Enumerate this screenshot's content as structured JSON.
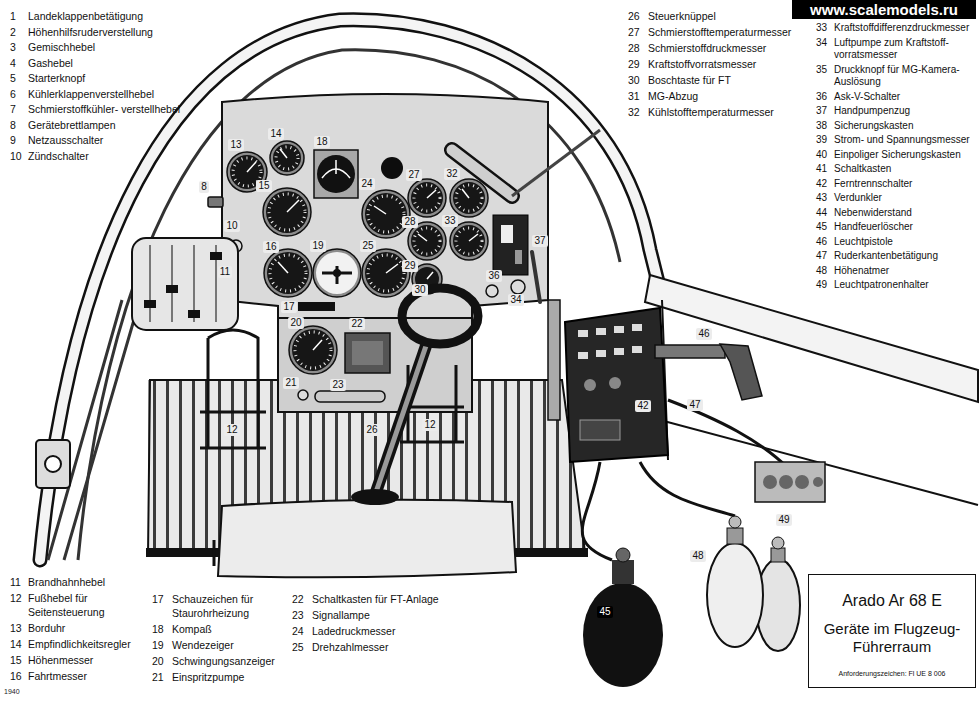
{
  "diagram": {
    "nodes": [
      {
        "text": [
          "Arado Ar 68 E",
          "Geräte im Flugzeug- Führerraum",
          "Anforderungszeichen: Fl UE 8 006"
        ]
      }
    ],
    "labels": [
      "www.scalemodels.ru",
      "1",
      "Landeklappenbetätigung",
      "2",
      "Höhenhilfsruderverstellung",
      "3",
      "Gemischhebel",
      "4",
      "Gashebel",
      "5",
      "Starterknopf",
      "6",
      "Kühlerklappenverstellhebel",
      "7",
      "Schmierstoffkühler- verstellhebel",
      "8",
      "Gerätebrettlampen",
      "9",
      "Netzausschalter",
      "10",
      "Zündschalter",
      "26",
      "Steuerknüppel",
      "27",
      "Schmierstofftemperaturmesser",
      "28",
      "Schmierstoffdruckmesser",
      "29",
      "Kraftstoffvorratsmesser",
      "30",
      "Boschtaste für FT",
      "31",
      "MG-Abzug",
      "32",
      "Kühlstofftemperaturmesser",
      "33",
      "Kraftstoffdifferenzdruckmesser",
      "34",
      "Luftpumpe zum Kraftstoff- vorratsmesser",
      "35",
      "Druckknopf für MG-Kamera- Auslösung",
      "36",
      "Ask-V-Schalter",
      "37",
      "Handpumpenzug",
      "38",
      "Sicherungskasten",
      "39",
      "Strom- und Spannungsmesser",
      "40",
      "Einpoliger Sicherungskasten",
      "41",
      "Schaltkasten",
      "42",
      "Ferntrennschalter",
      "43",
      "Verdunkler",
      "44",
      "Nebenwiderstand",
      "45",
      "Handfeuerlöscher",
      "46",
      "Leuchtpistole",
      "47",
      "Ruderkantenbetätigung",
      "48",
      "Höhenatmer",
      "49",
      "Leuchtpatronenhalter",
      "14",
      "18",
      "13",
      "8",
      "15",
      "24",
      "27",
      "32",
      "10",
      "28",
      "33",
      "37",
      "16",
      "19",
      "25",
      "29",
      "11",
      "36",
      "30",
      "34",
      "17",
      "22",
      "20",
      "46",
      "21",
      "23",
      "47",
      "42",
      "12",
      "12",
      "26",
      "49",
      "48",
      "45",
      "11",
      "Brandhahnhebel",
      "12",
      "Fußhebel für Seitensteuerung",
      "13",
      "Borduhr",
      "14",
      "Empfindlichkeitsregler",
      "15",
      "Höhenmesser",
      "16",
      "Fahrtmesser",
      "17",
      "Schauzeichen für Staurohrheizung",
      "18",
      "Kompaß",
      "19",
      "Wendezeiger",
      "20",
      "Schwingungsanzeiger",
      "21",
      "Einspritzpumpe",
      "22",
      "Schaltkasten für FT-Anlage",
      "23",
      "Signallampe",
      "24",
      "Ladedruckmesser",
      "25",
      "Drehzahlmesser",
      "1940"
    ]
  }
}
